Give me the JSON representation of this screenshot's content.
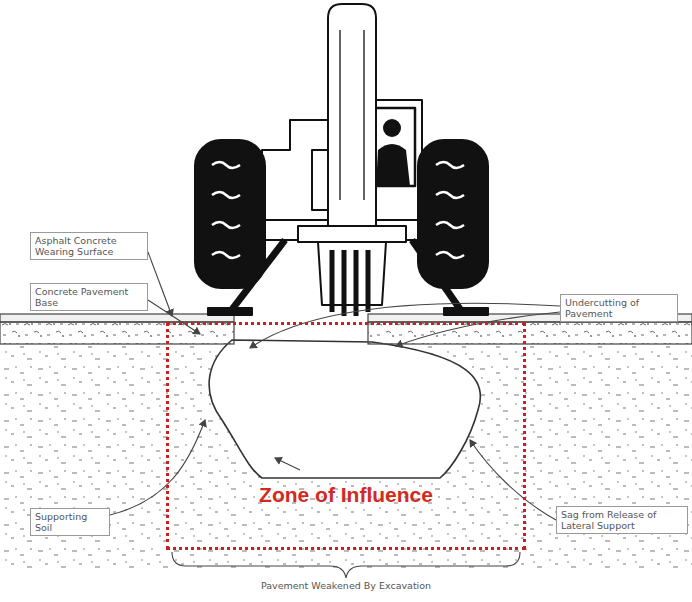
{
  "diagram": {
    "nodes": [
      {
        "text": [
          "Asphalt Concrete Wearing Surface"
        ]
      },
      {
        "text": [
          "Undercutting of Pavement"
        ]
      },
      {
        "text": [
          "Concrete Pavement Base"
        ]
      },
      {
        "text": [
          "Zone of Influence"
        ]
      },
      {
        "text": [
          "Supporting Soil"
        ]
      },
      {
        "text": [
          "Sag from Release of Lateral Support"
        ]
      }
    ],
    "labels": [
      "Pavement Weakened By Excavation"
    ]
  }
}
